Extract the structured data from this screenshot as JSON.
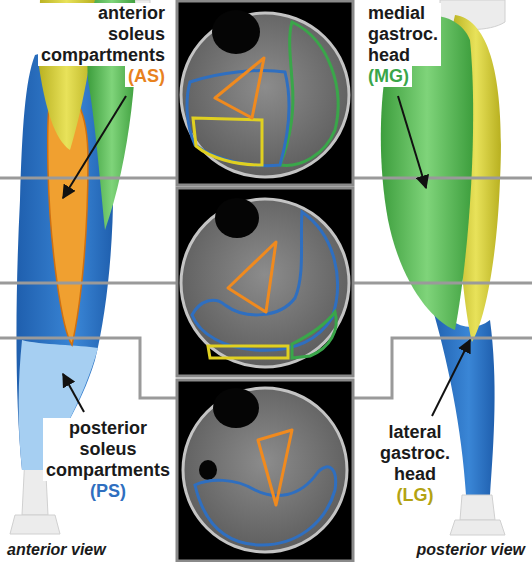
{
  "diagram": {
    "labels": [
      "anterior soleus compartments",
      "(AS)",
      "medial gastroc. head",
      "(MG)",
      "posterior soleus compartments",
      "(PS)",
      "lateral gastroc. head",
      "(LG)",
      "anterior view",
      "posterior view"
    ]
  }
}
